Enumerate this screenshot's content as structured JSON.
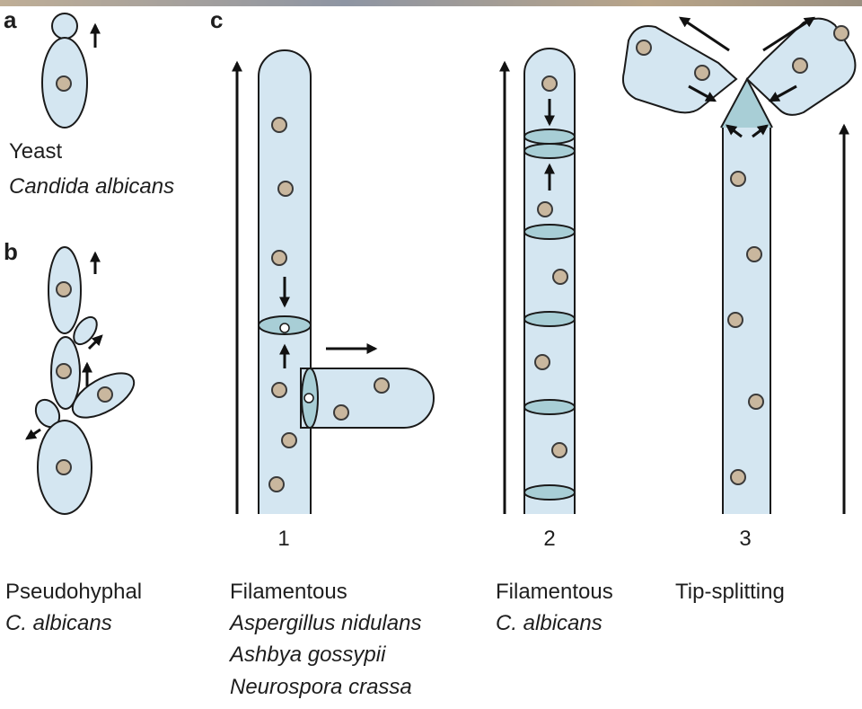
{
  "panels": {
    "a": {
      "label": "a",
      "caption": [
        "Yeast",
        "Candida albicans"
      ]
    },
    "b": {
      "label": "b",
      "caption": [
        "Pseudohyphal",
        "C. albicans"
      ]
    },
    "c": {
      "label": "c",
      "numbers": [
        "1",
        "2",
        "3"
      ],
      "captions": {
        "1": [
          "Filamentous",
          "Aspergillus nidulans",
          "Ashbya gossypii",
          "Neurospora crassa"
        ],
        "2": [
          "Filamentous",
          "C. albicans"
        ],
        "3": [
          "Tip-splitting"
        ]
      }
    }
  },
  "colors": {
    "cell_fill": "#d4e6f1",
    "cell_stroke": "#1a1a1a",
    "nucleus_fill": "#c9b79e",
    "septum_fill": "#a8ced6",
    "arrow": "#111111"
  }
}
